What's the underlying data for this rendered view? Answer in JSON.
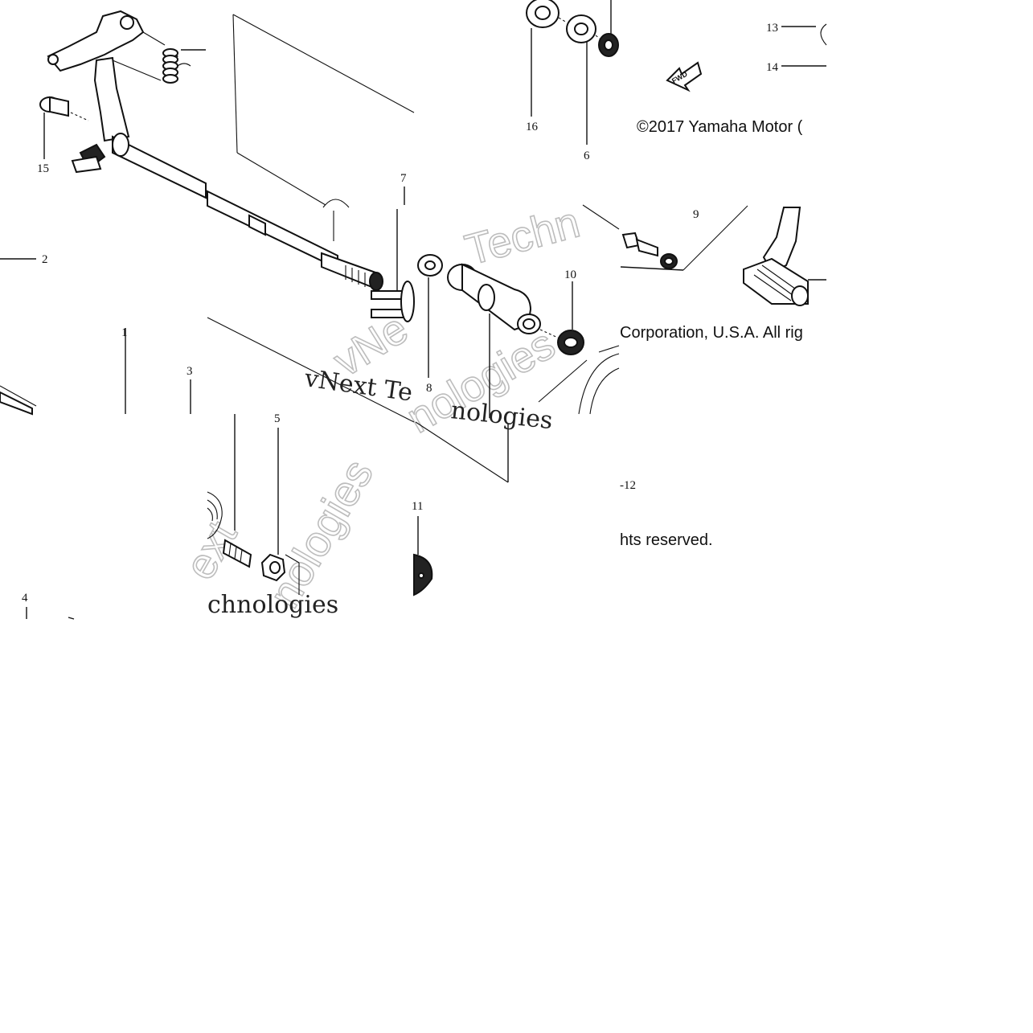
{
  "callouts": {
    "c1": "1",
    "c2": "2",
    "c3": "3",
    "c4": "4",
    "c5": "5",
    "c6": "6",
    "c7": "7",
    "c8": "8",
    "c9": "9",
    "c10": "10",
    "c11": "11",
    "c12": "-12",
    "c13": "13",
    "c14": "14",
    "c15": "15",
    "c16": "16"
  },
  "arrow": {
    "label": "FWD"
  },
  "copyright": {
    "line1": "©2017 Yamaha Motor (",
    "line2": "Corporation, U.S.A. All rig",
    "line3": "hts reserved."
  },
  "watermark": {
    "frag1": "Techn",
    "frag2": "vNext Te",
    "frag3": "nologies",
    "frag4": "vNe",
    "frag5": "chnologies",
    "frag6": "ext"
  }
}
